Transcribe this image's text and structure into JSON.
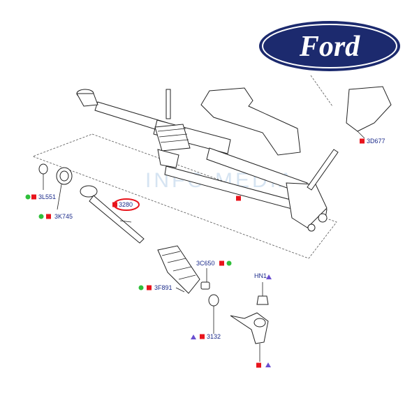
{
  "brand": {
    "logo_text": "Ford",
    "oval_color": "#1c2a6e"
  },
  "watermark": "INFO MEDIA",
  "colors": {
    "red_square": "#e8141c",
    "green_dot": "#2fbf3a",
    "purple_triangle": "#6a4fd0",
    "label_text": "#1a2a8a",
    "highlight": "#e8141c"
  },
  "labels": {
    "l_3L551": "3L551",
    "l_3K745": "3K745",
    "l_3280": "3280",
    "l_3F891": "3F891",
    "l_3C650": "3C650",
    "l_HN1": "HN1",
    "l_3132": "3132",
    "l_3D677": "3D677"
  }
}
